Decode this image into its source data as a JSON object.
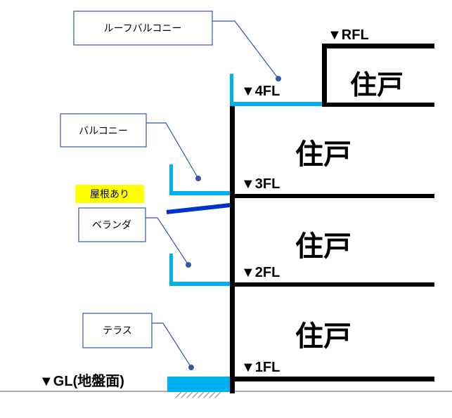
{
  "levels": {
    "rfl": "▼RFL",
    "fl4": "▼4FL",
    "fl3": "▼3FL",
    "fl2": "▼2FL",
    "fl1": "▼1FL",
    "gl": "▼GL(地盤面)"
  },
  "rooms": {
    "roof_unit": "住戸",
    "unit3": "住戸",
    "unit2": "住戸",
    "unit1": "住戸"
  },
  "callouts": {
    "roof_balcony": "ルーフバルコニー",
    "balcony": "バルコニー",
    "roofed": "屋根あり",
    "veranda": "ベランダ",
    "terrace": "テラス"
  },
  "colors": {
    "structure": "#000000",
    "balcony": "#00b0f0",
    "roof": "#0033cc",
    "highlight": "#ffff00",
    "callout_border": "#3355aa",
    "leader": "#3355aa"
  }
}
